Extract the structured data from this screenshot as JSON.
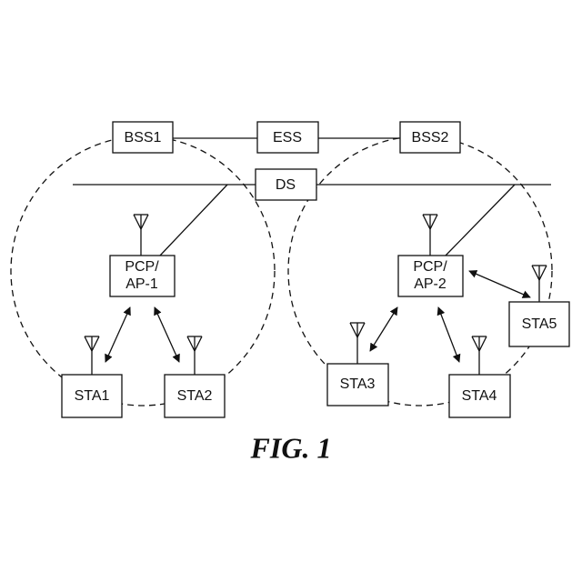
{
  "diagram": {
    "nodes": {
      "bss1": "BSS1",
      "ess": "ESS",
      "bss2": "BSS2",
      "ds": "DS",
      "pcp_ap1": [
        "PCP/",
        "AP-1"
      ],
      "pcp_ap2": [
        "PCP/",
        "AP-2"
      ],
      "sta1": "STA1",
      "sta2": "STA2",
      "sta3": "STA3",
      "sta4": "STA4",
      "sta5": "STA5"
    },
    "caption": "FIG. 1"
  }
}
